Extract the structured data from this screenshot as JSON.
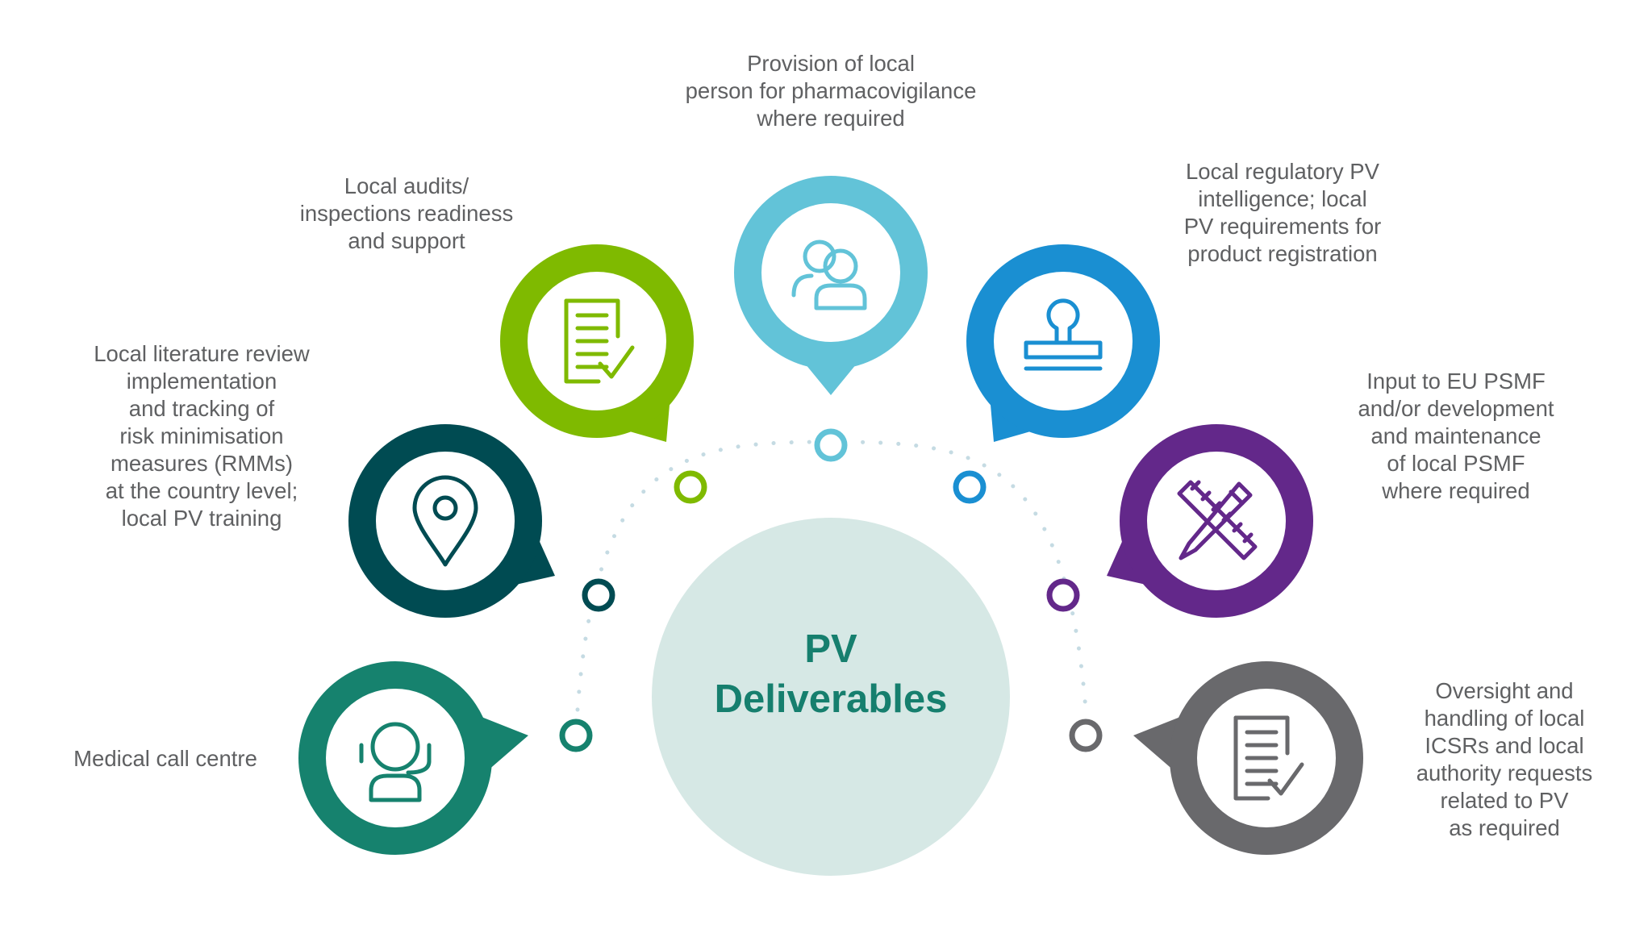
{
  "center": {
    "label": "PV\nDeliverables",
    "fill": "#d6e8e5",
    "text_color": "#167f6e"
  },
  "connector": {
    "color": "#c5dbe3"
  },
  "text_color": "#5f6062",
  "items": [
    {
      "id": "medical-call-centre",
      "text": "Medical call centre",
      "color": "#16826e",
      "icon": "headset-person-icon"
    },
    {
      "id": "literature-review",
      "text": "Local literature review\nimplementation\nand tracking of\nrisk minimisation\nmeasures (RMMs)\nat the country level;\nlocal PV training",
      "color": "#004b52",
      "icon": "location-pin-icon"
    },
    {
      "id": "audits",
      "text": "Local audits/\ninspections readiness\nand support",
      "color": "#7fba00",
      "icon": "checklist-document-icon"
    },
    {
      "id": "local-person",
      "text": "Provision of local\nperson for pharmacovigilance\nwhere required",
      "color": "#62c3d8",
      "icon": "people-icon"
    },
    {
      "id": "regulatory",
      "text": "Local regulatory PV\nintelligence; local\nPV requirements for\nproduct registration",
      "color": "#1a8fd2",
      "icon": "stamp-icon"
    },
    {
      "id": "psmf",
      "text": "Input to EU PSMF\nand/or development\nand maintenance\nof local PSMF\nwhere required",
      "color": "#63288a",
      "icon": "ruler-pencil-icon"
    },
    {
      "id": "icsr",
      "text": "Oversight and\nhandling of local\nICSRs and local\nauthority requests\nrelated to PV\nas required",
      "color": "#69696c",
      "icon": "document-check-icon"
    }
  ]
}
